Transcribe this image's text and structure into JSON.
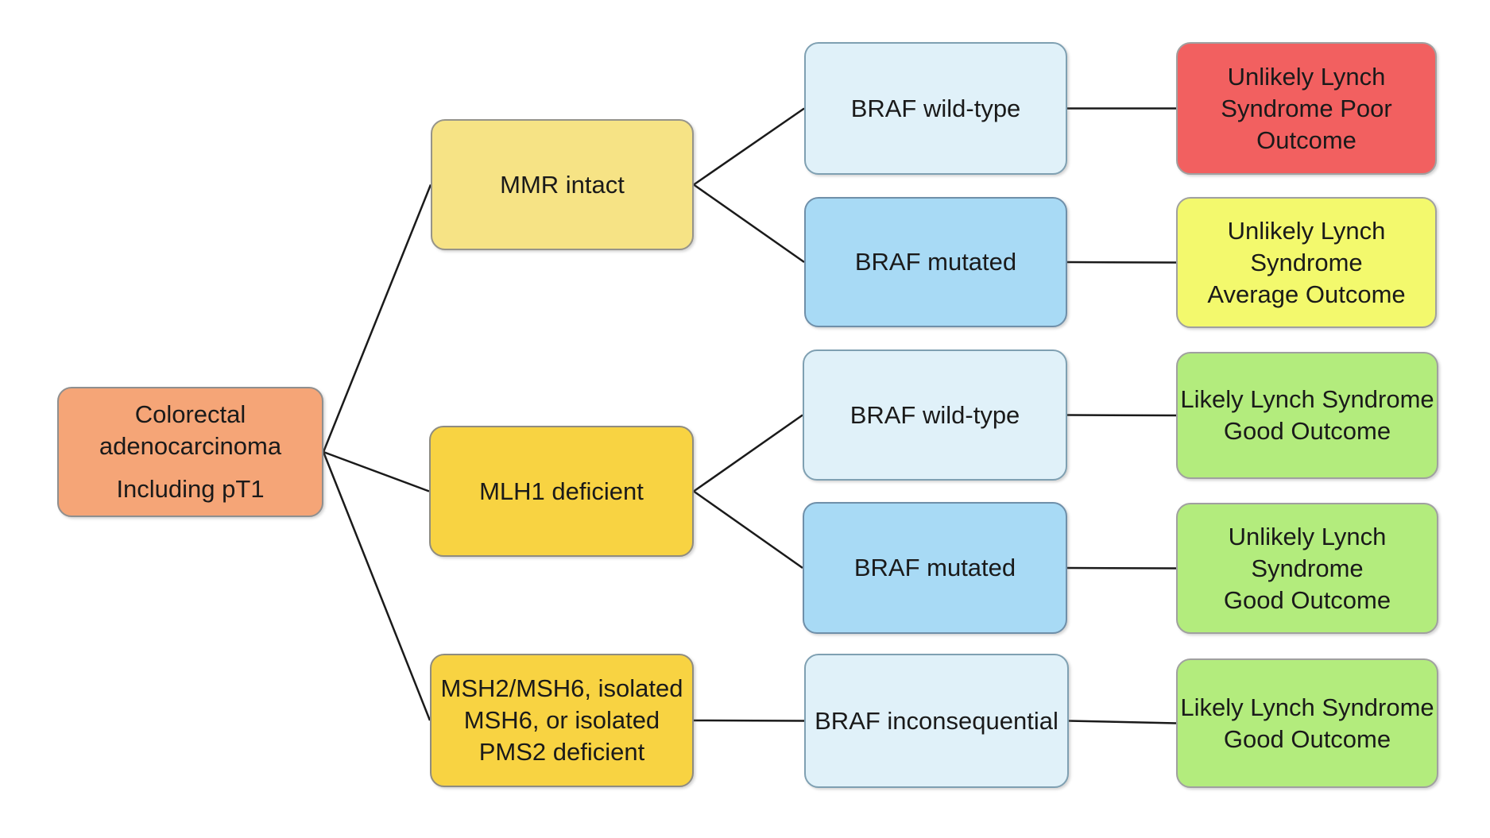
{
  "figure": {
    "background": "#FFFFFF",
    "edge_color": "#1A1A1A",
    "nodes": {
      "root": {
        "label": "Colorectal adenocarcinoma Including pT1",
        "lines": [
          "Colorectal",
          "adenocarcinoma",
          "Including pT1"
        ],
        "fill": "#F5A577",
        "border": "#8F8F8F"
      },
      "mmr_intact": {
        "label": "MMR intact",
        "lines": [
          "MMR intact"
        ],
        "fill": "#F6E385",
        "border": "#96948A"
      },
      "mlh1_deficient": {
        "label": "MLH1 deficient",
        "lines": [
          "MLH1 deficient"
        ],
        "fill": "#F8D342",
        "border": "#8F8C80"
      },
      "msh2_deficient": {
        "label": "MSH2/MSH6, isolated MSH6, or isolated PMS2 deficient",
        "lines": [
          "MSH2/MSH6, isolated",
          "MSH6, or isolated",
          "PMS2 deficient"
        ],
        "fill": "#F8D342",
        "border": "#8F8C80"
      },
      "braf_wildtype_mmr": {
        "label": "BRAF wild-type",
        "lines": [
          "BRAF wild-type"
        ],
        "fill": "#E0F1F9",
        "border": "#7FA0B2"
      },
      "braf_mutated_mmr": {
        "label": "BRAF mutated",
        "lines": [
          "BRAF mutated"
        ],
        "fill": "#A8DAF5",
        "border": "#6F8FA9"
      },
      "braf_wildtype_mlh1": {
        "label": "BRAF wild-type",
        "lines": [
          "BRAF wild-type"
        ],
        "fill": "#E0F1F9",
        "border": "#7FA0B2"
      },
      "braf_mutated_mlh1": {
        "label": "BRAF mutated",
        "lines": [
          "BRAF mutated"
        ],
        "fill": "#A8DAF5",
        "border": "#6F8FA9"
      },
      "braf_inconsequential": {
        "label": "BRAF inconsequential",
        "lines": [
          "BRAF inconsequential"
        ],
        "fill": "#E0F1F9",
        "border": "#7FA0B2"
      },
      "outcome_unlikely_poor": {
        "label": "Unlikely Lynch Syndrome Poor Outcome",
        "lines": [
          "Unlikely Lynch",
          "Syndrome Poor",
          "Outcome"
        ],
        "fill": "#F26060",
        "border": "#A0A0A0"
      },
      "outcome_unlikely_average": {
        "label": "Unlikely Lynch Syndrome Average Outcome",
        "lines": [
          "Unlikely Lynch",
          "Syndrome",
          "Average Outcome"
        ],
        "fill": "#F3F96D",
        "border": "#A0A0A0"
      },
      "outcome_likely_good_1": {
        "label": "Likely Lynch Syndrome Good Outcome",
        "lines": [
          "Likely Lynch Syndrome",
          "Good Outcome"
        ],
        "fill": "#B3EC7D",
        "border": "#A0A0A0"
      },
      "outcome_unlikely_good": {
        "label": "Unlikely Lynch Syndrome Good Outcome",
        "lines": [
          "Unlikely Lynch",
          "Syndrome",
          "Good Outcome"
        ],
        "fill": "#B3EC7D",
        "border": "#A0A0A0"
      },
      "outcome_likely_good_2": {
        "label": "Likely Lynch Syndrome Good Outcome",
        "lines": [
          "Likely Lynch Syndrome",
          "Good Outcome"
        ],
        "fill": "#B3EC7D",
        "border": "#A0A0A0"
      }
    },
    "edges": [
      {
        "from": "root",
        "to": "mmr_intact"
      },
      {
        "from": "root",
        "to": "mlh1_deficient"
      },
      {
        "from": "root",
        "to": "msh2_deficient"
      },
      {
        "from": "mmr_intact",
        "to": "braf_wildtype_mmr"
      },
      {
        "from": "mmr_intact",
        "to": "braf_mutated_mmr"
      },
      {
        "from": "mlh1_deficient",
        "to": "braf_wildtype_mlh1"
      },
      {
        "from": "mlh1_deficient",
        "to": "braf_mutated_mlh1"
      },
      {
        "from": "msh2_deficient",
        "to": "braf_inconsequential"
      },
      {
        "from": "braf_wildtype_mmr",
        "to": "outcome_unlikely_poor"
      },
      {
        "from": "braf_mutated_mmr",
        "to": "outcome_unlikely_average"
      },
      {
        "from": "braf_wildtype_mlh1",
        "to": "outcome_likely_good_1"
      },
      {
        "from": "braf_mutated_mlh1",
        "to": "outcome_unlikely_good"
      },
      {
        "from": "braf_inconsequential",
        "to": "outcome_likely_good_2"
      }
    ]
  }
}
